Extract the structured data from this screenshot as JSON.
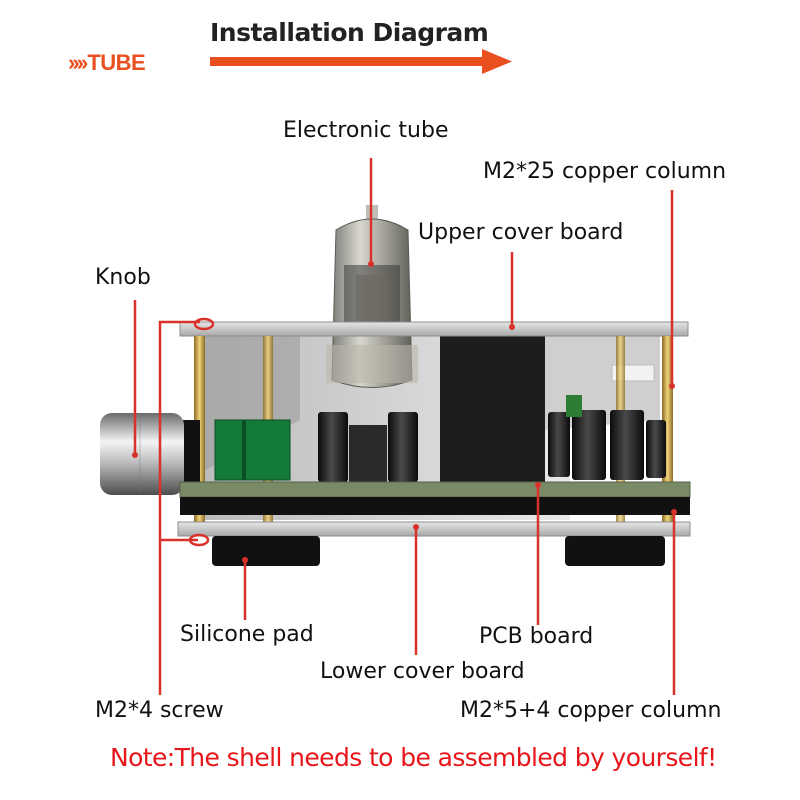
{
  "header": {
    "brand_arrows": "››››",
    "brand_text": "TUBE",
    "title": "Installation Diagram"
  },
  "labels": {
    "electronic_tube": "Electronic tube",
    "copper_column_25": "M2*25 copper column",
    "upper_cover_board": "Upper cover board",
    "knob": "Knob",
    "silicone_pad": "Silicone pad",
    "pcb_board": "PCB board",
    "lower_cover_board": "Lower cover board",
    "screw_m2_4": "M2*4 screw",
    "copper_column_5_4": "M2*5+4 copper column"
  },
  "note": "Note:The shell needs to be assembled by yourself!",
  "colors": {
    "accent": "#ea4f1f",
    "leader_line": "#d9322b",
    "note_text": "#e8161b"
  },
  "icons": {
    "brand_arrow": "chevron-right-icon",
    "title_arrow": "arrow-right-icon"
  }
}
